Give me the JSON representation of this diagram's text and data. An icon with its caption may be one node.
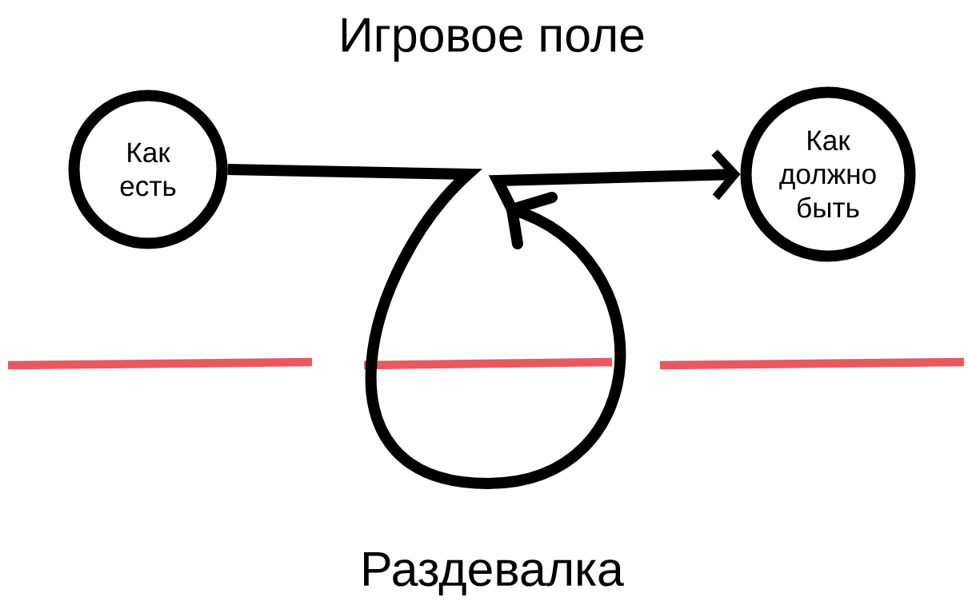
{
  "diagram": {
    "nodes": [
      {
        "text": [
          "Как есть"
        ]
      },
      {
        "text": [
          "Как должно быть"
        ]
      }
    ],
    "edges": [
      {
        "from": 0,
        "to": 1,
        "arrow": "to"
      }
    ],
    "labels": [
      "Игровое поле",
      "Раздевалка"
    ]
  }
}
